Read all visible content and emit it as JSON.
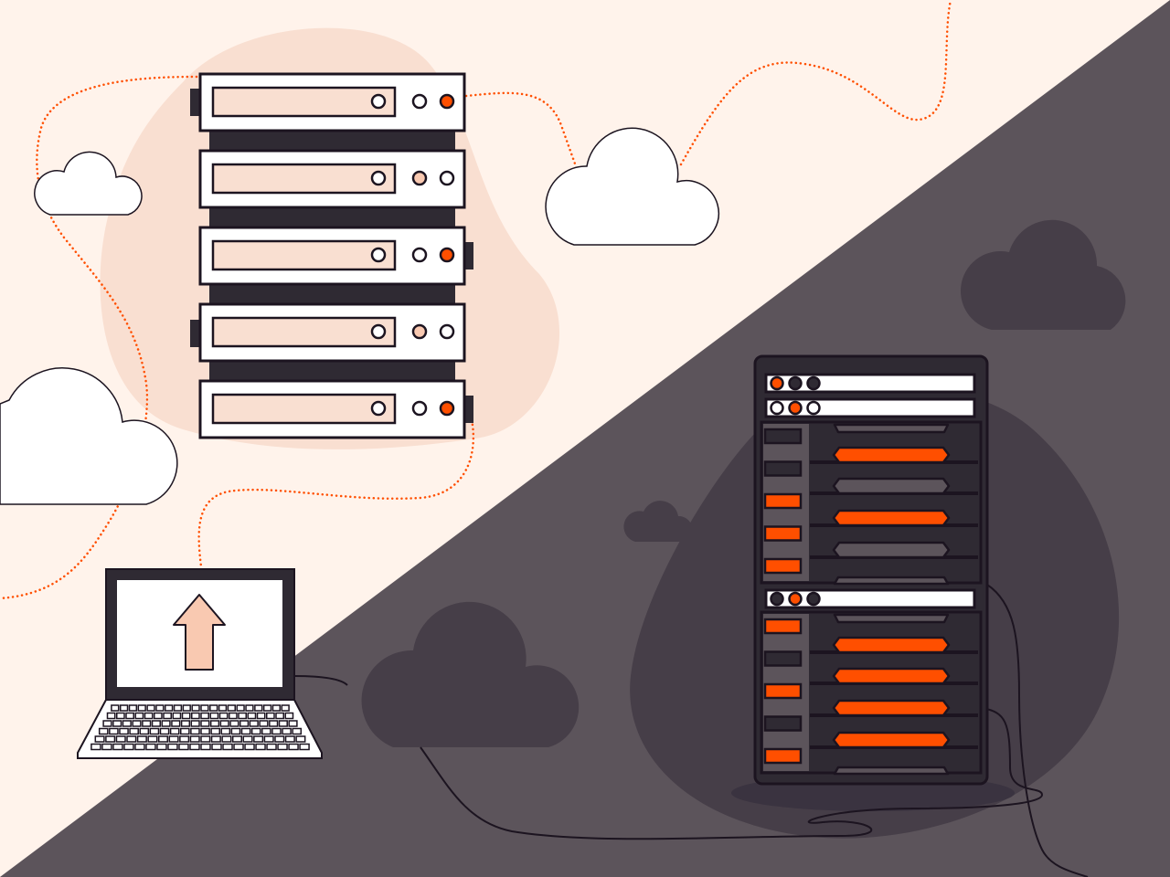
{
  "colors": {
    "light_bg": "#fff3eb",
    "blob": "#f9dfd1",
    "dark_bg": "#5c545b",
    "dark_cloud": "#463e48",
    "rack": "#2f2a33",
    "outline": "#1c1420",
    "accent": "#ff4f00",
    "pale_led": "#f9c9b1",
    "white": "#ffffff"
  },
  "left_stack": {
    "units": [
      {
        "leds": [
          "off",
          "on"
        ]
      },
      {
        "leds": [
          "pale",
          "off"
        ]
      },
      {
        "leds": [
          "off",
          "on"
        ]
      },
      {
        "leds": [
          "pale",
          "off"
        ]
      },
      {
        "leds": [
          "off",
          "on"
        ]
      }
    ]
  },
  "rack": {
    "status_bars": [
      {
        "leds": [
          "on",
          "dark",
          "dark"
        ]
      },
      {
        "leds": [
          "off",
          "on",
          "off"
        ]
      },
      {
        "leds": [
          "dark",
          "on",
          "dark"
        ]
      }
    ],
    "sections": [
      {
        "indicators": [
          "dark",
          "dark",
          "on",
          "on",
          "on"
        ],
        "drives": [
          "gray",
          "on",
          "gray",
          "on",
          "gray",
          "gray"
        ]
      },
      {
        "indicators": [
          "on",
          "dark",
          "on",
          "dark",
          "on"
        ],
        "drives": [
          "gray",
          "on",
          "on",
          "on",
          "on",
          "gray"
        ]
      }
    ]
  },
  "icons": [
    "cloud-icon",
    "server-icon",
    "laptop-icon",
    "upload-arrow-icon",
    "server-rack-icon"
  ]
}
